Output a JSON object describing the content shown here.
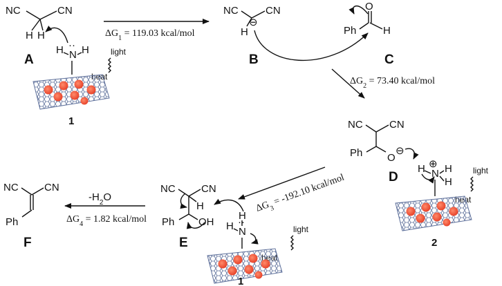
{
  "species": {
    "A": {
      "label": "A",
      "left_group": "NC",
      "right_group": "CN",
      "h": "H"
    },
    "B": {
      "label": "B",
      "left_group": "NC",
      "right_group": "CN",
      "h": "H",
      "charge": "⊖"
    },
    "C": {
      "label": "C",
      "ph": "Ph",
      "o": "O",
      "h": "H"
    },
    "D": {
      "label": "D",
      "left_group": "NC",
      "right_group": "CN",
      "ph": "Ph",
      "o": "O",
      "charge": "⊖"
    },
    "E": {
      "label": "E",
      "left_group": "NC",
      "right_group": "CN",
      "h": "H",
      "ph": "Ph",
      "oh": "OH"
    },
    "F": {
      "label": "F",
      "left_group": "NC",
      "right_group": "CN",
      "ph": "Ph"
    }
  },
  "catalyst": {
    "number": "1",
    "number_protonated": "2",
    "n": "N",
    "h": "H",
    "lone_pair": "··",
    "plus": "⊕",
    "light": "light",
    "heat": "heat"
  },
  "steps": {
    "g1": {
      "main": "ΔG",
      "sub": "1",
      "value": " = 119.03 kcal/mol"
    },
    "g2": {
      "main": "ΔG",
      "sub": "2",
      "value": " = 73.40 kcal/mol"
    },
    "g3": {
      "main": "ΔG",
      "sub": "3",
      "value": " = -192.10 kcal/mol"
    },
    "g4": {
      "main": "ΔG",
      "sub": "4",
      "value": " = 1.82 kcal/mol"
    },
    "water": {
      "minus": "-H",
      "sub": "2",
      "o": "O"
    }
  },
  "colors": {
    "sheet": "#5d6f9a",
    "dot": "#e8442b",
    "ink": "#111111"
  }
}
